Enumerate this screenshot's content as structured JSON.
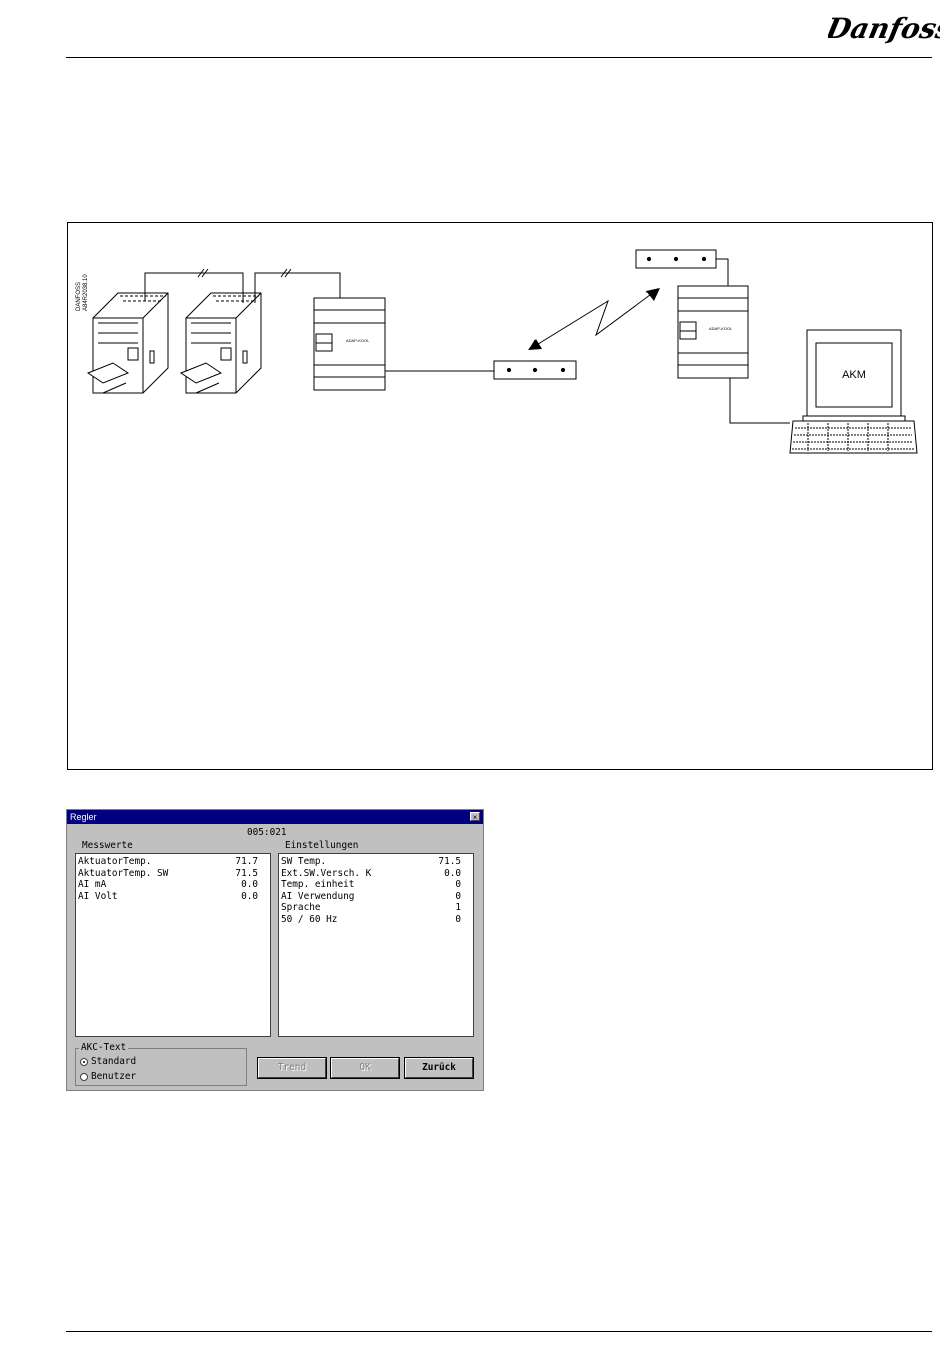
{
  "header": {
    "logo_text": "Danfoss"
  },
  "figure": {
    "side_label_1": "DANFOSS",
    "side_label_2": "A84R2038.10",
    "unit_brand": "ADAP-KOOL",
    "pc_label": "AKM"
  },
  "dialog": {
    "title": "Regler",
    "close_label": "×",
    "address": "005:021",
    "left_header": "Messwerte",
    "right_header": "Einstellungen",
    "measurements": [
      {
        "label": "AktuatorTemp.",
        "value": "71.7"
      },
      {
        "label": "AktuatorTemp. SW",
        "value": "71.5"
      },
      {
        "label": "AI mA",
        "value": "0.0"
      },
      {
        "label": "AI Volt",
        "value": "0.0"
      }
    ],
    "settings": [
      {
        "label": "SW Temp.",
        "value": "71.5"
      },
      {
        "label": "Ext.SW.Versch. K",
        "value": "0.0"
      },
      {
        "label": "Temp. einheit",
        "value": "0"
      },
      {
        "label": "AI Verwendung",
        "value": "0"
      },
      {
        "label": "Sprache",
        "value": "1"
      },
      {
        "label": "50 / 60 Hz",
        "value": "0"
      }
    ],
    "group_label": "AKC-Text",
    "radio_standard": "Standard",
    "radio_user": "Benutzer",
    "btn_trend": "Trend",
    "btn_ok": "OK",
    "btn_back": "Zurück"
  }
}
